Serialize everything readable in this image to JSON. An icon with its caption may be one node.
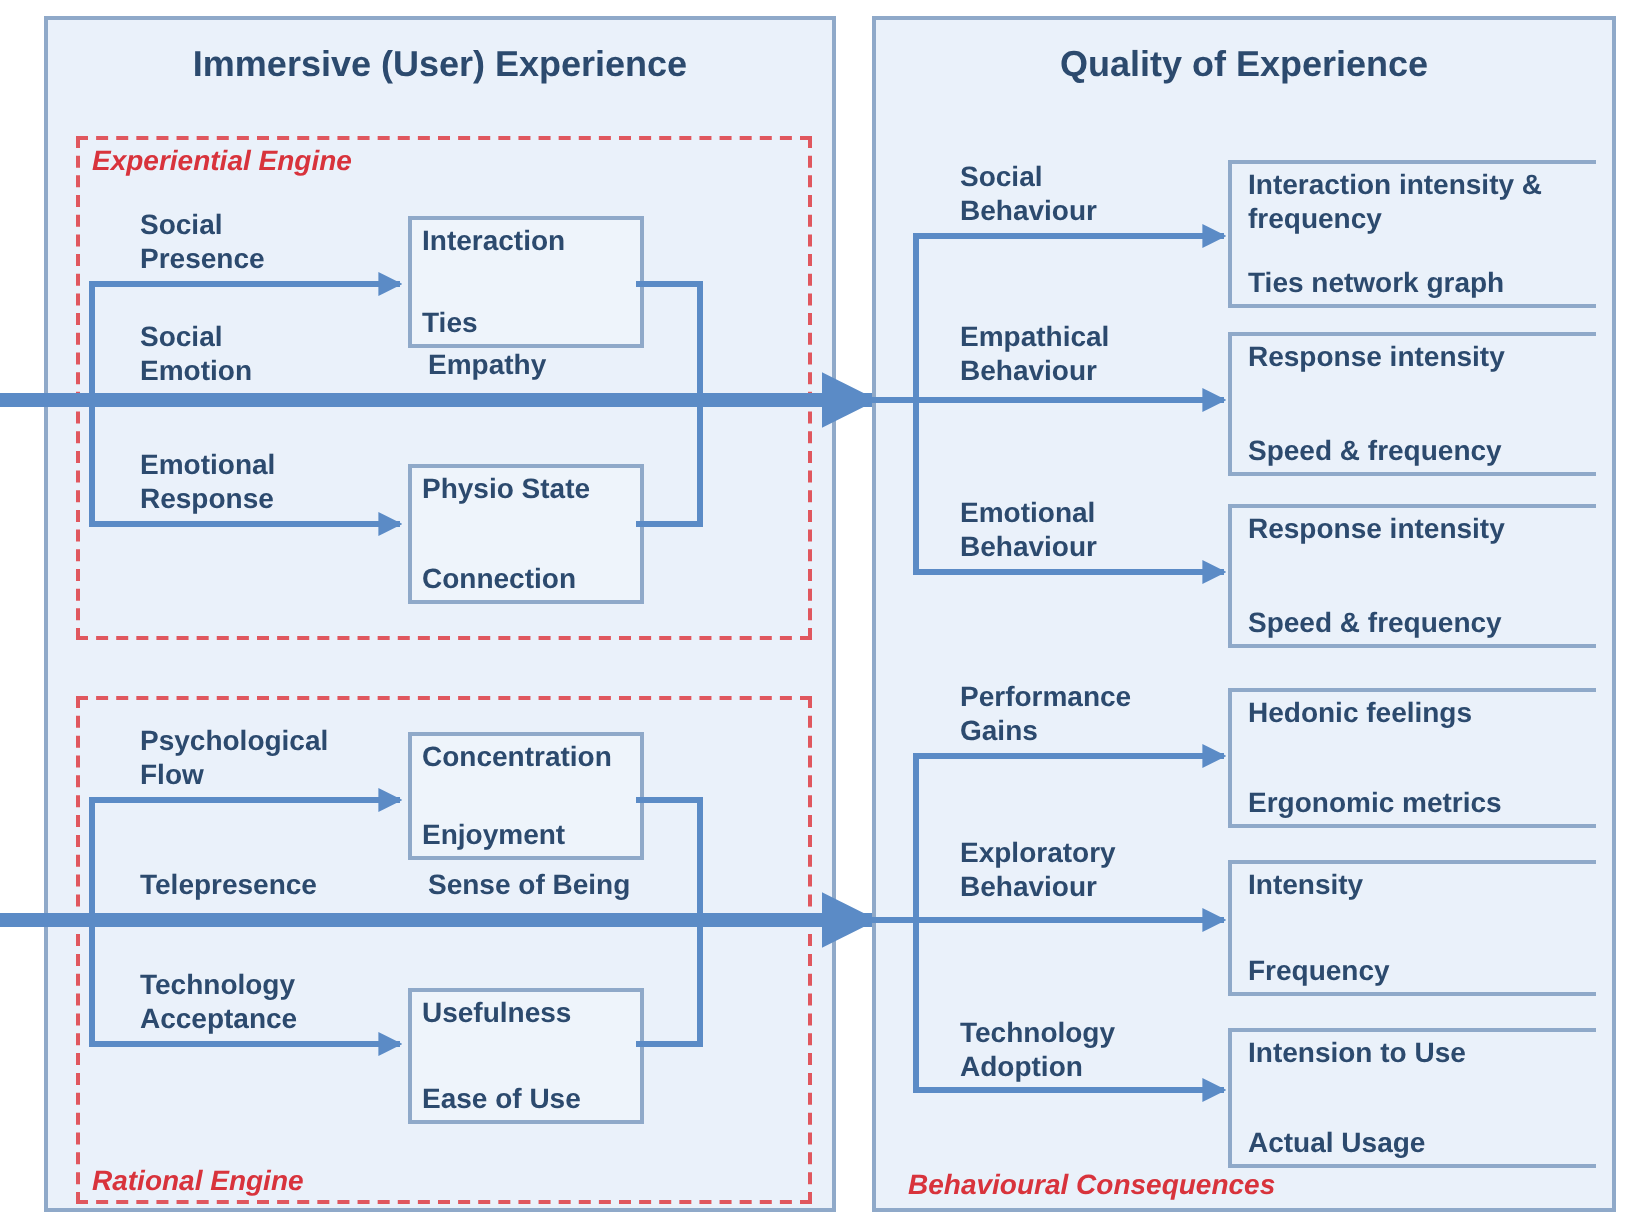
{
  "diagram": {
    "nodes": [
      {
        "text": [
          "Immersive (User) Experience"
        ]
      },
      {
        "text": [
          "Experiential Engine"
        ],
        "in": 0
      },
      {
        "text": [
          "Interaction",
          "Ties"
        ],
        "in": 1
      },
      {
        "text": [
          "Physio State",
          "Connection"
        ],
        "in": 1
      },
      {
        "text": [
          "Rational Engine"
        ],
        "in": 0
      },
      {
        "text": [
          "Concentration",
          "Enjoyment"
        ],
        "in": 4
      },
      {
        "text": [
          "Usefulness",
          "Ease of Use"
        ],
        "in": 4
      },
      {
        "text": [
          "Quality of Experience",
          "Behavioural Consequences"
        ]
      },
      {
        "text": [
          "Interaction intensity & frequency",
          "Ties network graph"
        ],
        "in": 7
      },
      {
        "text": [
          "Response intensity",
          "Speed & frequency"
        ],
        "in": 7
      },
      {
        "text": [
          "Response intensity",
          "Speed & frequency"
        ],
        "in": 7
      },
      {
        "text": [
          "Hedonic feelings",
          "Ergonomic metrics"
        ],
        "in": 7
      },
      {
        "text": [
          "Intensity",
          "Frequency"
        ],
        "in": 7
      },
      {
        "text": [
          "Intension to Use",
          "Actual Usage"
        ],
        "in": 7
      }
    ],
    "edges": [
      {
        "from": null,
        "to": 2,
        "arrow": "to",
        "label": "Social Presence"
      },
      {
        "from": null,
        "to": 3,
        "arrow": "to",
        "label": "Emotional Response"
      },
      {
        "from": null,
        "to": 7,
        "arrow": "to",
        "label": "Social Emotion",
        "style": "thick"
      },
      {
        "from": 2,
        "to": 7,
        "arrow": "to"
      },
      {
        "from": 3,
        "to": 7,
        "arrow": "to"
      },
      {
        "from": null,
        "to": 8,
        "arrow": "to",
        "label": "Social Behaviour"
      },
      {
        "from": null,
        "to": 9,
        "arrow": "to",
        "label": "Empathical Behaviour"
      },
      {
        "from": null,
        "to": 10,
        "arrow": "to",
        "label": "Emotional Behaviour"
      },
      {
        "from": null,
        "to": 5,
        "arrow": "to",
        "label": "Psychological Flow"
      },
      {
        "from": null,
        "to": 6,
        "arrow": "to",
        "label": "Technology Acceptance"
      },
      {
        "from": null,
        "to": 7,
        "arrow": "to",
        "label": "Telepresence",
        "style": "thick"
      },
      {
        "from": 5,
        "to": 7,
        "arrow": "to"
      },
      {
        "from": 6,
        "to": 7,
        "arrow": "to"
      },
      {
        "from": null,
        "to": 11,
        "arrow": "to",
        "label": "Performance Gains"
      },
      {
        "from": null,
        "to": 12,
        "arrow": "to",
        "label": "Exploratory Behaviour"
      },
      {
        "from": null,
        "to": 13,
        "arrow": "to",
        "label": "Technology Adoption"
      }
    ],
    "labels": [
      "Empathy",
      "Sense of Being"
    ]
  }
}
